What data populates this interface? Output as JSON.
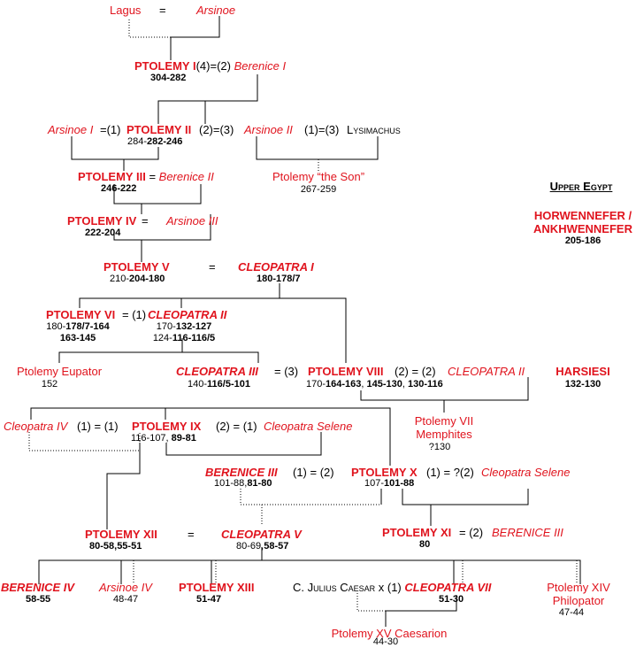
{
  "people": {
    "lagus": {
      "name": "Lagus"
    },
    "arsinoe": {
      "name": "Arsinoe"
    },
    "ptolemy1": {
      "name": "PTOLEMY I",
      "years": "304-282"
    },
    "berenice1": {
      "name": "Berenice I"
    },
    "arsinoe1": {
      "name": "Arsinoe I"
    },
    "ptolemy2": {
      "name": "PTOLEMY II",
      "years_a": "284-",
      "years_b": "282-246"
    },
    "arsinoe2": {
      "name": "Arsinoe II"
    },
    "lysimachus": {
      "name": "Lysimachus"
    },
    "ptolemy_son": {
      "name": "Ptolemy “the Son”",
      "years": "267-259"
    },
    "ptolemy3": {
      "name": "PTOLEMY III",
      "years": "246-222"
    },
    "berenice2": {
      "name": "Berenice II"
    },
    "ptolemy4": {
      "name": "PTOLEMY IV",
      "years": "222-204"
    },
    "arsinoe3": {
      "name": "Arsinoe III"
    },
    "ptolemy5": {
      "name": "PTOLEMY V",
      "years_a": "210-",
      "years_b": "204-180"
    },
    "cleopatra1": {
      "name": "CLEOPATRA I",
      "years": "180-178/7"
    },
    "ptolemy6": {
      "name": "PTOLEMY VI",
      "years_a": "180-",
      "years_b": "178/7-164",
      "years_c": "163-145"
    },
    "cleopatra2": {
      "name": "CLEOPATRA II",
      "years_a1": "170-",
      "years_a2": "132-127",
      "years_b1": "124-",
      "years_b2": "116-116/5"
    },
    "eupator": {
      "name": "Ptolemy Eupator",
      "years": "152"
    },
    "cleopatra3": {
      "name": "CLEOPATRA III",
      "years_a": "140-",
      "years_b": "116/5-101"
    },
    "ptolemy8": {
      "name": "PTOLEMY VIII",
      "years_a": "170-",
      "years_b": "164-163",
      "years_c": ", ",
      "years_d": "145-130",
      "years_e": ", ",
      "years_f": "130-116"
    },
    "cleopatra2b": {
      "name": "CLEOPATRA II"
    },
    "cleopatra4": {
      "name": "Cleopatra IV"
    },
    "ptolemy9": {
      "name": "PTOLEMY IX",
      "years_a": "116-107, ",
      "years_b": "89-81"
    },
    "selene1": {
      "name": "Cleopatra Selene"
    },
    "ptolemy7": {
      "name": "Ptolemy VII",
      "name2": "Memphites",
      "years": "?130"
    },
    "berenice3": {
      "name": "BERENICE III",
      "years_a": "101-88,",
      "years_b": "81-80"
    },
    "ptolemy10": {
      "name": "PTOLEMY X",
      "years_a": "107-",
      "years_b": "101-88"
    },
    "selene2": {
      "name": "Cleopatra Selene"
    },
    "ptolemy12": {
      "name": "PTOLEMY XII",
      "years": "80-58,55-51"
    },
    "cleopatra5": {
      "name": "CLEOPATRA V",
      "years_a": "80-69,",
      "years_b": "58-57"
    },
    "ptolemy11": {
      "name": "PTOLEMY XI",
      "years": "80"
    },
    "berenice3b": {
      "name": "BERENICE III"
    },
    "berenice4": {
      "name": "BERENICE IV",
      "years": "58-55"
    },
    "arsinoe4": {
      "name": "Arsinoe IV",
      "years": "48-47"
    },
    "ptolemy13": {
      "name": "PTOLEMY XIII",
      "years": "51-47"
    },
    "caesar": {
      "name": "C. Julius Caesar"
    },
    "cleopatra7": {
      "name": "CLEOPATRA VII",
      "years": "51-30"
    },
    "ptolemy14": {
      "name": "Ptolemy XIV",
      "name2": "Philopator",
      "years": "47-44"
    },
    "caesarion": {
      "name": "Ptolemy XV Caesarion",
      "years": "44-30"
    }
  },
  "marriages": {
    "m1": " = ",
    "m2": "(4)=(2)",
    "m3": "=(1)",
    "m4": "(2)=(3)",
    "m5": "(1)=(3)",
    "m6": " = ",
    "m7": " = ",
    "m8": "=",
    "m9": "= (1)",
    "m10": "= (3)",
    "m11": "(2) = (2)",
    "m12": "(1) = (1)",
    "m13": "(2) = (1)",
    "m14": "(1) = (2)",
    "m15": "(1) = ?(2)",
    "m16": "=",
    "m17": "= (2)",
    "m18": " x (1)"
  },
  "upper_egypt": {
    "heading": "Upper Egypt",
    "rebel1": "HORWENNEFER /",
    "rebel1b": "ANKHWENNEFER",
    "rebel1_years": "205-186",
    "rebel2": "HARSIESI",
    "rebel2_years": "132-130"
  }
}
